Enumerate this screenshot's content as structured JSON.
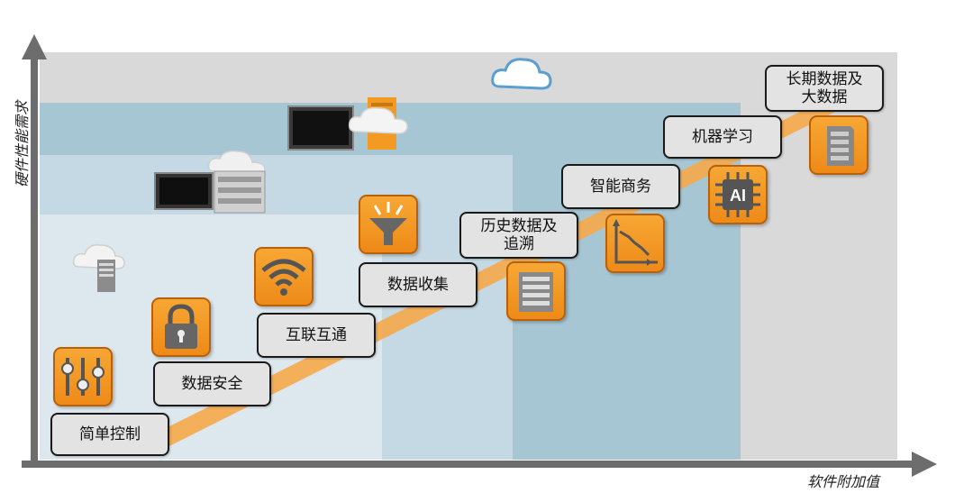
{
  "axes": {
    "y_label": "硬件性能需求",
    "x_label": "软件附加值"
  },
  "steps": [
    {
      "label": "简单控制",
      "icon": "sliders-icon"
    },
    {
      "label": "数据安全",
      "icon": "padlock-icon"
    },
    {
      "label": "互联互通",
      "icon": "wifi-icon"
    },
    {
      "label": "数据收集",
      "icon": "funnel-icon"
    },
    {
      "label": "历史数据及追溯",
      "line1": "历史数据及",
      "line2": "追溯",
      "icon": "list-icon"
    },
    {
      "label": "智能商务",
      "icon": "trend-chart-icon"
    },
    {
      "label": "机器学习",
      "icon": "ai-chip-icon"
    },
    {
      "label": "长期数据及大数据",
      "line1": "长期数据及",
      "line2": "大数据",
      "icon": "server-icon"
    }
  ],
  "colors": {
    "accent": "#f29a22",
    "band_outer": "#d9d9d9",
    "band_blue": "#9fc1d1",
    "band_light": "#d5e2ea",
    "band_lighter": "#e4ecf1"
  }
}
